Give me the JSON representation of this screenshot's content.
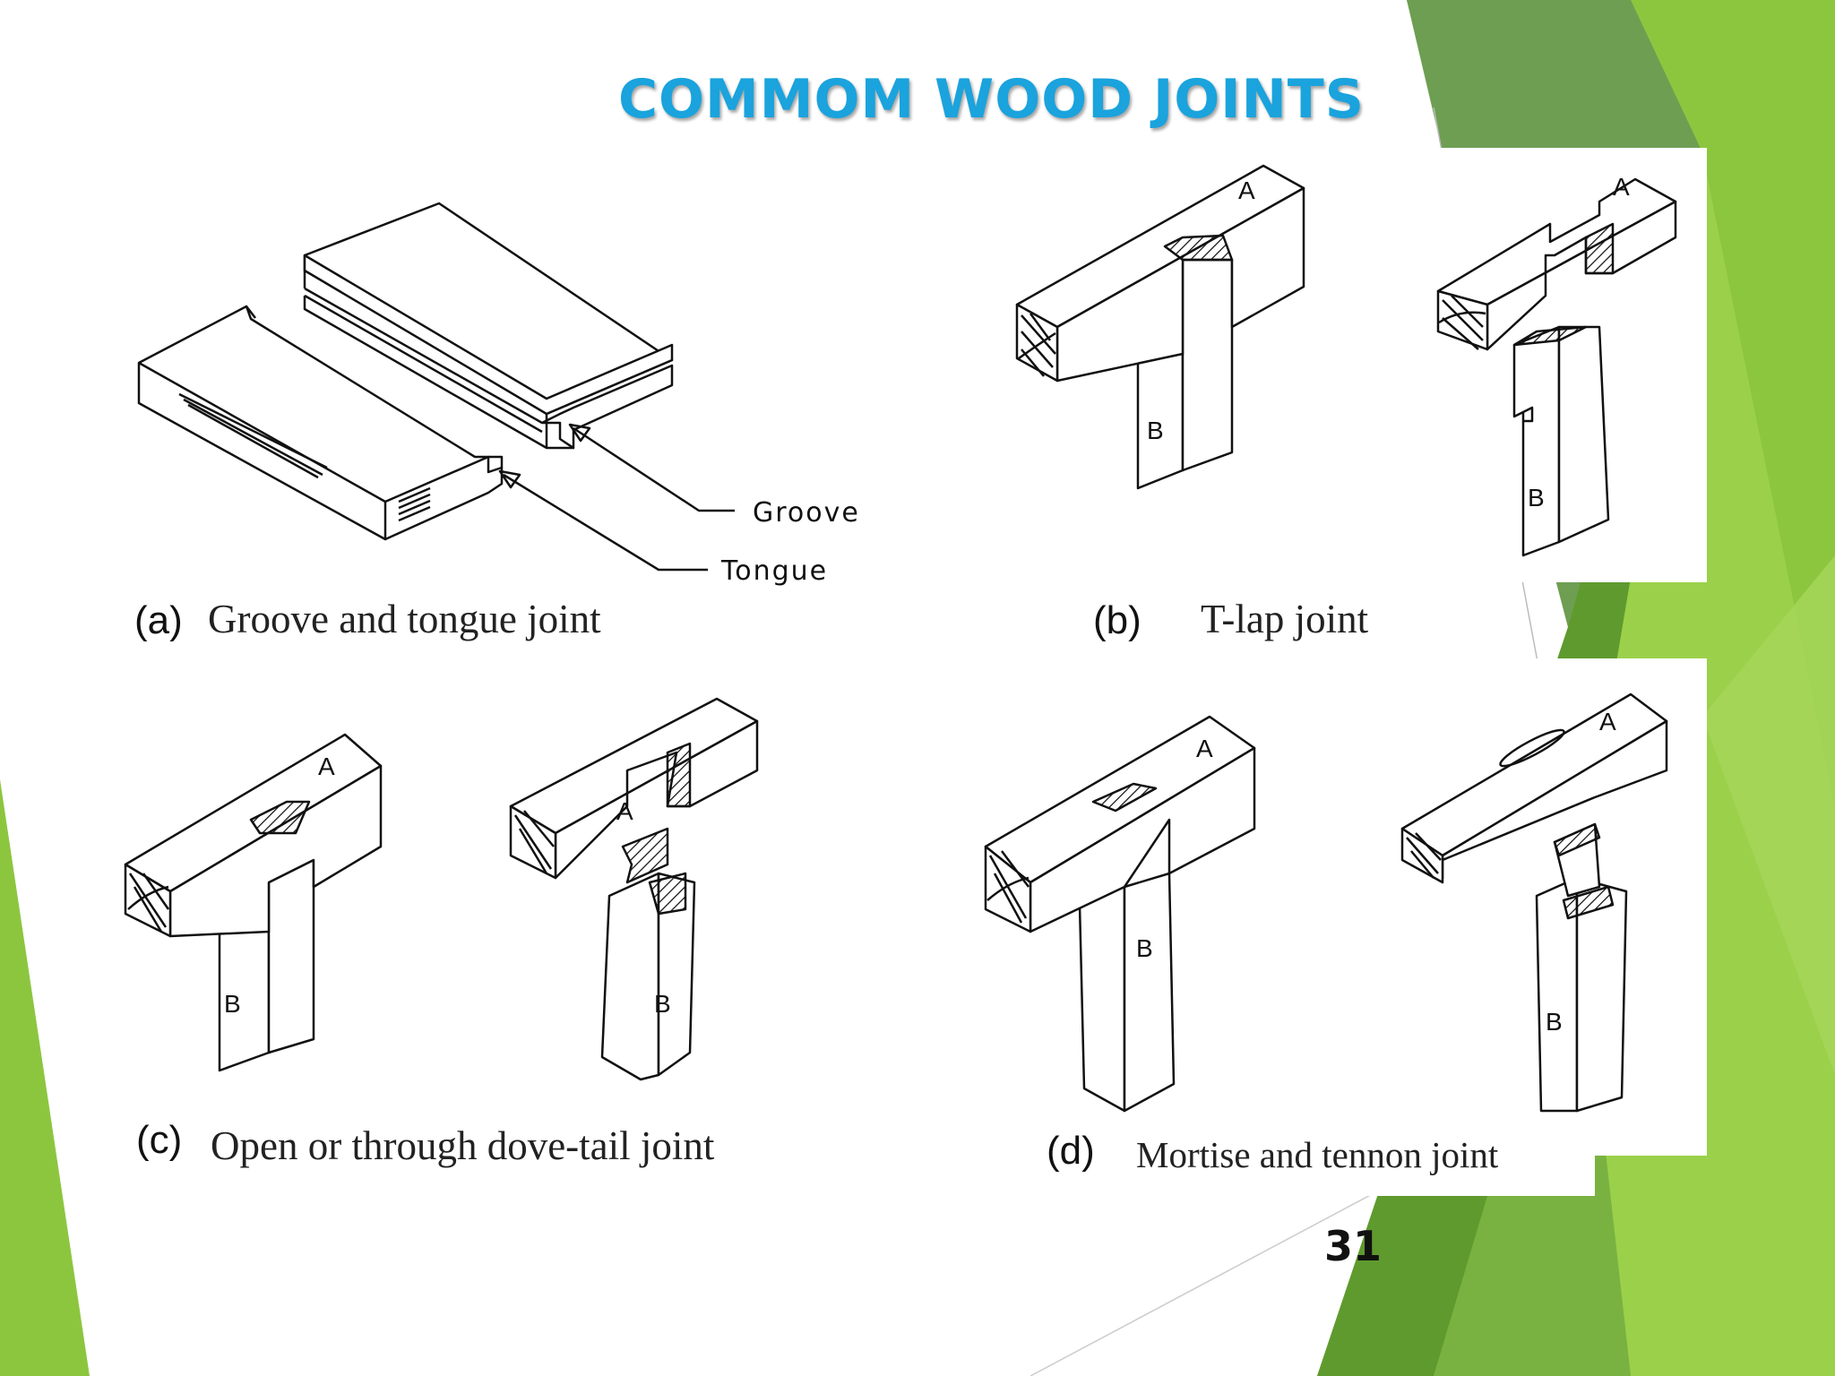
{
  "slide": {
    "title": "COMMOM WOOD JOINTS",
    "page_number": "31"
  },
  "figures": {
    "a": {
      "letter": "(a)",
      "caption": "Groove and tongue joint",
      "callouts": {
        "groove": "Groove",
        "tongue": "Tongue"
      }
    },
    "b": {
      "letter": "(b)",
      "caption": "T-lap joint",
      "part_labels": {
        "a": "A",
        "b": "B"
      }
    },
    "c": {
      "letter": "(c)",
      "caption": "Open or through dove-tail joint",
      "part_labels": {
        "a": "A",
        "b": "B"
      }
    },
    "d": {
      "letter": "(d)",
      "caption": "Mortise and tennon joint",
      "part_labels": {
        "a": "A",
        "b": "B"
      }
    }
  },
  "colors": {
    "title": "#1aa3dd",
    "accent_green": "#8cc63f",
    "dark_green": "#5f9a2e"
  }
}
